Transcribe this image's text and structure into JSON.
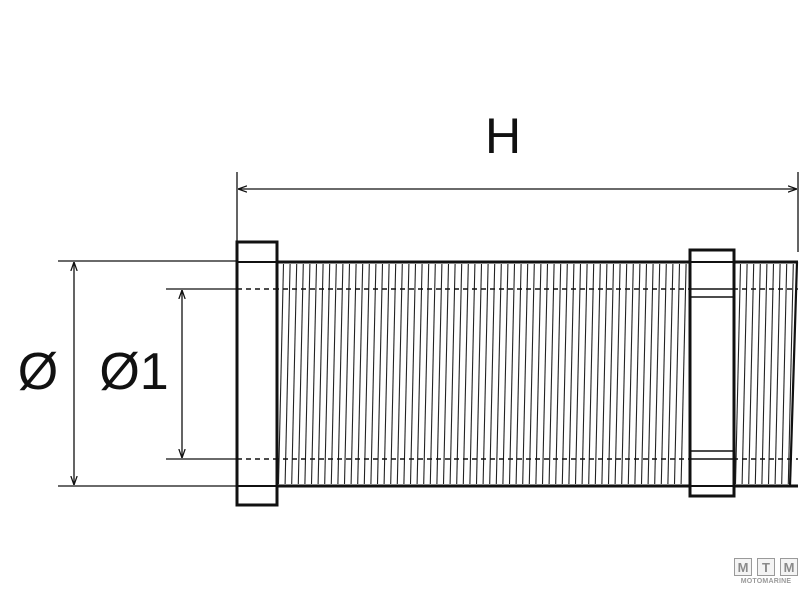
{
  "labels": {
    "height": "H",
    "outer_diameter": "Ø",
    "inner_diameter": "Ø1"
  },
  "logo": {
    "letters": [
      "M",
      "T",
      "M"
    ],
    "name": "MOTOMARINE"
  },
  "colors": {
    "line": "#111111",
    "background": "#ffffff",
    "logo": "#9a9a9a"
  }
}
